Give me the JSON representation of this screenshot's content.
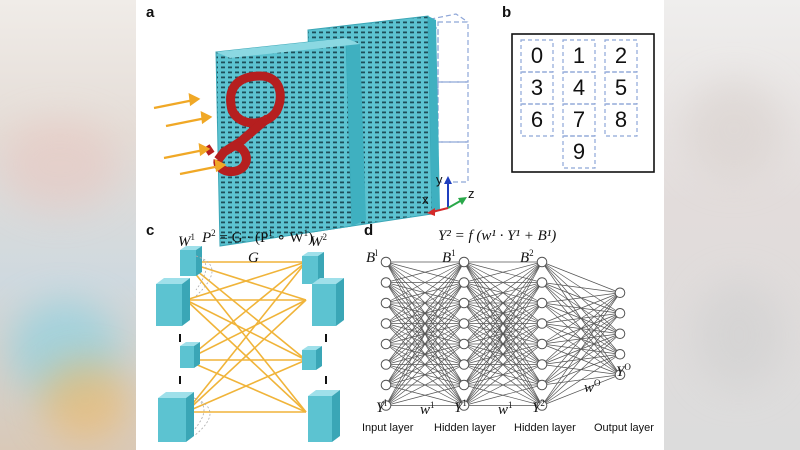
{
  "panels": {
    "a": "a",
    "b": "b",
    "c": "c",
    "d": "d"
  },
  "grid_digits": [
    "0",
    "1",
    "2",
    "3",
    "4",
    "5",
    "6",
    "7",
    "8",
    "9"
  ],
  "axes": {
    "x": "x",
    "y": "y",
    "z": "z"
  },
  "panel_c": {
    "w1": "W",
    "w1_sup": "1",
    "p2_eq": "P",
    "p2_eq_sup": "2",
    "p2_eq_rest": "= G · (P",
    "p2_eq_rest_sup": "1",
    "p2_eq_mid": "∘ W",
    "p2_eq_mid_sup": "1",
    "p2_eq_end": ")",
    "w2": "W",
    "w2_sup": "2",
    "g": "G"
  },
  "panel_d": {
    "equation": "Y² = f (w¹ · Y¹ + B¹)",
    "b_labels": [
      {
        "base": "B",
        "sup": "l"
      },
      {
        "base": "B",
        "sup": "1"
      },
      {
        "base": "B",
        "sup": "2"
      }
    ],
    "y_labels": [
      {
        "base": "Y",
        "sup": "l"
      },
      {
        "base": "Y",
        "sup": "1"
      },
      {
        "base": "Y",
        "sup": "2"
      },
      {
        "base": "Y",
        "sup": "O"
      }
    ],
    "w_labels": [
      {
        "base": "w",
        "sup": "1"
      },
      {
        "base": "w",
        "sup": "1"
      },
      {
        "base": "w",
        "sup": "O"
      }
    ],
    "layer_labels": [
      "Input layer",
      "Hidden layer",
      "Hidden layer",
      "Output layer"
    ]
  },
  "colors": {
    "metasurface": "#5cc3d1",
    "digit": "#b51f1f",
    "arrow": "#f0a826",
    "dashed": "#8ea6d8",
    "connection": "#f0b43a"
  }
}
